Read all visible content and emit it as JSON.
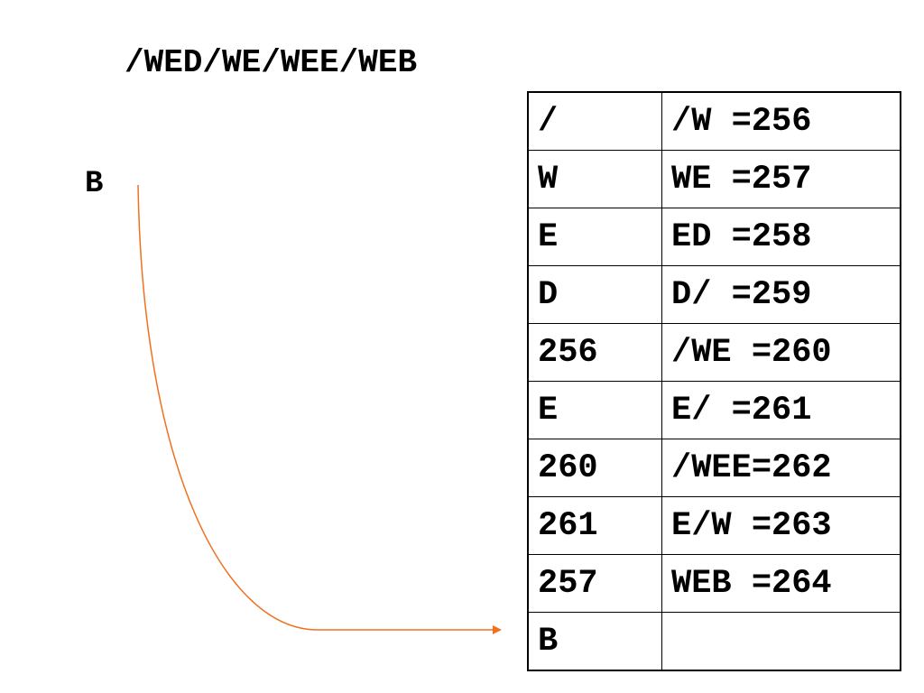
{
  "input_string": "/WED/WE/WEE/WEB",
  "current_symbol": "B",
  "arrow_color": "#f07020",
  "table": {
    "rows": [
      {
        "output": "/",
        "entry": "/W =256"
      },
      {
        "output": "W",
        "entry": "WE =257"
      },
      {
        "output": "E",
        "entry": "ED =258"
      },
      {
        "output": "D",
        "entry": "D/ =259"
      },
      {
        "output": "256",
        "entry": "/WE =260"
      },
      {
        "output": "E",
        "entry": "E/ =261"
      },
      {
        "output": "260",
        "entry": "/WEE=262"
      },
      {
        "output": "261",
        "entry": "E/W =263"
      },
      {
        "output": "257",
        "entry": "WEB =264"
      },
      {
        "output": "B",
        "entry": ""
      }
    ]
  }
}
